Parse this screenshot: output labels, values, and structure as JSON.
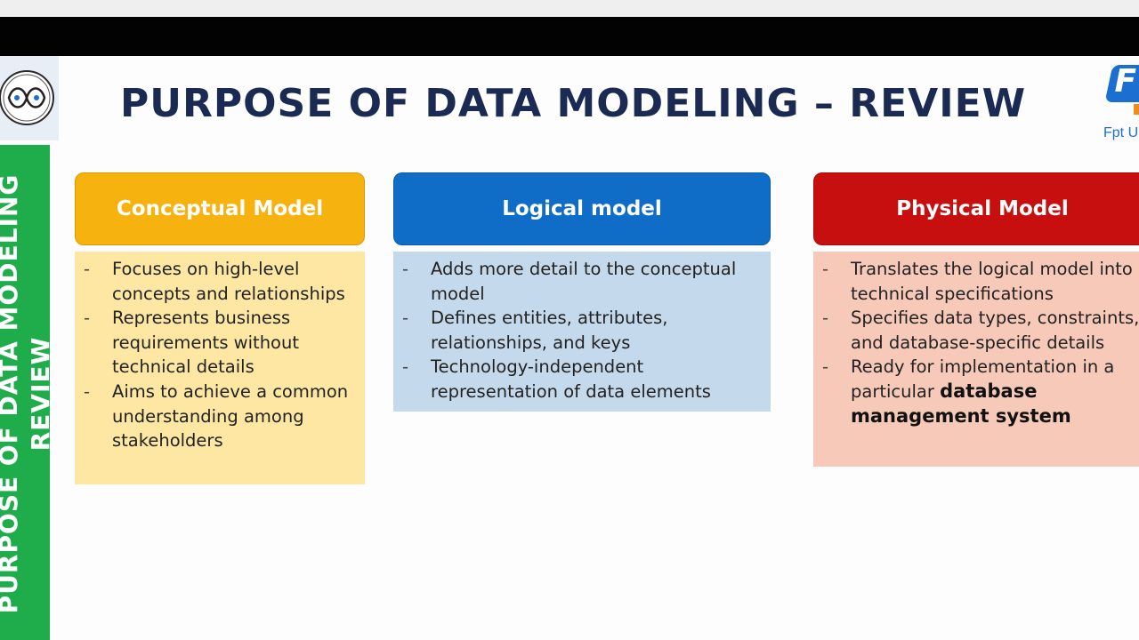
{
  "title": "PURPOSE OF DATA MODELING – REVIEW",
  "side_band": {
    "line1": "PURPOSE OF DATA MODELING",
    "line2": "REVIEW"
  },
  "logo_right": {
    "text": "Fpt U"
  },
  "columns": [
    {
      "heading": "Conceptual Model",
      "color": "#f6b310",
      "items": [
        "Focuses on high-level concepts and relationships",
        "Represents business requirements without technical details",
        "Aims to achieve a common understanding among stakeholders"
      ]
    },
    {
      "heading": "Logical model",
      "color": "#0f6dc7",
      "items": [
        "Adds more detail to the conceptual model",
        "Defines entities, attributes, relationships, and keys",
        "Technology-independent representation of data elements"
      ]
    },
    {
      "heading": "Physical Model",
      "color": "#c80f0f",
      "items": [
        "Translates the logical model into technical specifications",
        "Specifies data types, constraints, and database-specific details"
      ],
      "last_item_prefix": "Ready for implementation in a particular",
      "last_item_bold": "database management system"
    }
  ]
}
